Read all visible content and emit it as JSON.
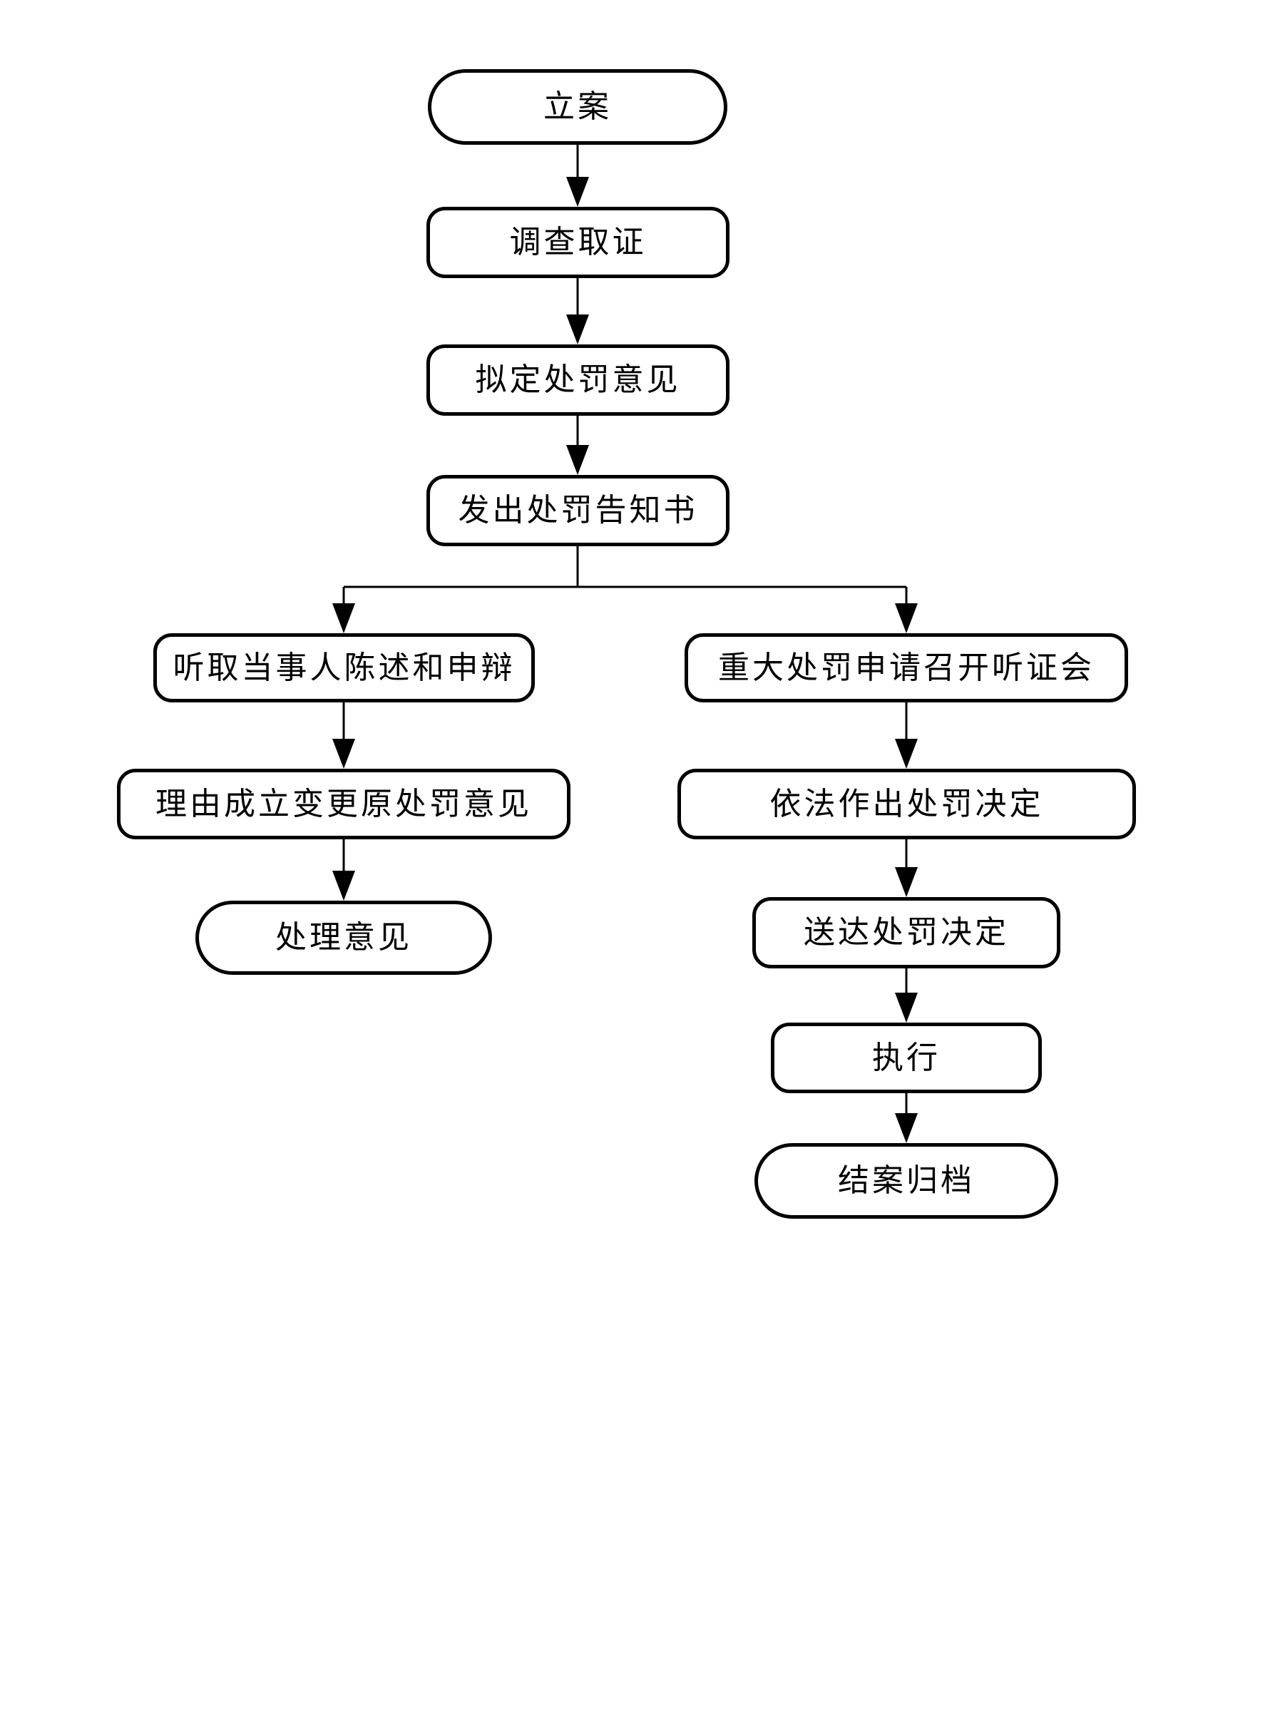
{
  "diagram": {
    "type": "flowchart",
    "colors": {
      "stroke": "#000000",
      "fill": "#ffffff",
      "text": "#000000"
    },
    "nodes": {
      "case-filing": {
        "label": "立案",
        "shape": "stadium"
      },
      "investigation": {
        "label": "调查取证",
        "shape": "rect"
      },
      "draft-penalty-opinion": {
        "label": "拟定处罚意见",
        "shape": "rect"
      },
      "penalty-notice": {
        "label": "发出处罚告知书",
        "shape": "rect"
      },
      "hear-statement": {
        "label": "听取当事人陈述和申辩",
        "shape": "rect"
      },
      "amend-opinion": {
        "label": "理由成立变更原处罚意见",
        "shape": "rect"
      },
      "handling-opinion": {
        "label": "处理意见",
        "shape": "stadium"
      },
      "hearing-request": {
        "label": "重大处罚申请召开听证会",
        "shape": "rect"
      },
      "penalty-decision": {
        "label": "依法作出处罚决定",
        "shape": "rect"
      },
      "deliver-decision": {
        "label": "送达处罚决定",
        "shape": "rect"
      },
      "execution": {
        "label": "执行",
        "shape": "rect"
      },
      "case-archive": {
        "label": "结案归档",
        "shape": "stadium"
      }
    },
    "edges": [
      {
        "from": "case-filing",
        "to": "investigation"
      },
      {
        "from": "investigation",
        "to": "draft-penalty-opinion"
      },
      {
        "from": "draft-penalty-opinion",
        "to": "penalty-notice"
      },
      {
        "from": "penalty-notice",
        "to": "hear-statement"
      },
      {
        "from": "penalty-notice",
        "to": "hearing-request"
      },
      {
        "from": "hear-statement",
        "to": "amend-opinion"
      },
      {
        "from": "amend-opinion",
        "to": "handling-opinion"
      },
      {
        "from": "hearing-request",
        "to": "penalty-decision"
      },
      {
        "from": "penalty-decision",
        "to": "deliver-decision"
      },
      {
        "from": "deliver-decision",
        "to": "execution"
      },
      {
        "from": "execution",
        "to": "case-archive"
      }
    ]
  }
}
